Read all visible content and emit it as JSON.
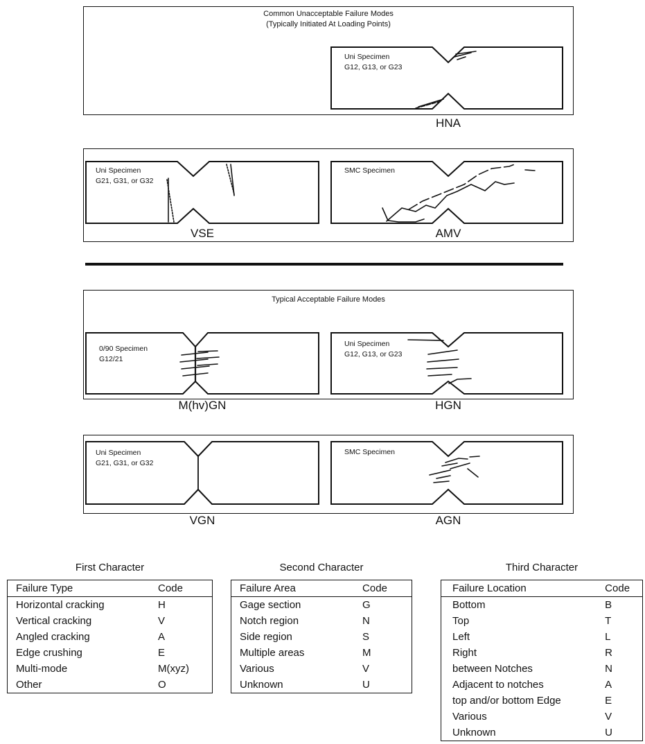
{
  "unacceptable": {
    "title_line1": "Common Unacceptable Failure Modes",
    "title_line2": "(Typically Initiated At Loading Points)"
  },
  "acceptable": {
    "title": "Typical Acceptable Failure Modes"
  },
  "specimens": {
    "hna": {
      "line1": "Uni Specimen",
      "line2": "G12, G13, or G23",
      "code": "HNA"
    },
    "vse": {
      "line1": "Uni Specimen",
      "line2": "G21, G31, or G32",
      "code": "VSE"
    },
    "amv": {
      "line1": "SMC Specimen",
      "code": "AMV"
    },
    "mhvgn": {
      "line1": "0/90 Specimen",
      "line2": "G12/21",
      "code": "M(hv)GN"
    },
    "hgn": {
      "line1": "Uni Specimen",
      "line2": "G12, G13, or G23",
      "code": "HGN"
    },
    "vgn": {
      "line1": "Uni Specimen",
      "line2": "G21, G31, or G32",
      "code": "VGN"
    },
    "agn": {
      "line1": "SMC Specimen",
      "code": "AGN"
    }
  },
  "tables": {
    "first": {
      "title": "First Character",
      "header": [
        "Failure Type",
        "Code"
      ],
      "rows": [
        [
          "Horizontal cracking",
          "H"
        ],
        [
          "Vertical cracking",
          "V"
        ],
        [
          "Angled cracking",
          "A"
        ],
        [
          "Edge crushing",
          "E"
        ],
        [
          "Multi-mode",
          "M(xyz)"
        ],
        [
          "Other",
          "O"
        ]
      ]
    },
    "second": {
      "title": "Second Character",
      "header": [
        "Failure Area",
        "Code"
      ],
      "rows": [
        [
          "Gage section",
          "G"
        ],
        [
          "Notch region",
          "N"
        ],
        [
          "Side region",
          "S"
        ],
        [
          "Multiple areas",
          "M"
        ],
        [
          "Various",
          "V"
        ],
        [
          "Unknown",
          "U"
        ]
      ]
    },
    "third": {
      "title": "Third Character",
      "header": [
        "Failure Location",
        "Code"
      ],
      "rows": [
        [
          "Bottom",
          "B"
        ],
        [
          "Top",
          "T"
        ],
        [
          "Left",
          "L"
        ],
        [
          "Right",
          "R"
        ],
        [
          "between Notches",
          "N"
        ],
        [
          "Adjacent to notches",
          "A"
        ],
        [
          "top and/or bottom Edge",
          "E"
        ],
        [
          "Various",
          "V"
        ],
        [
          "Unknown",
          "U"
        ]
      ]
    }
  }
}
